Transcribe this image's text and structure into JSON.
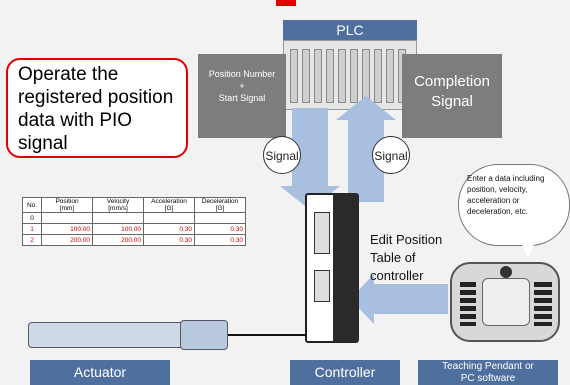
{
  "plc": {
    "title": "PLC"
  },
  "callout": {
    "text": "Operate the registered position data with PIO signal"
  },
  "position_signal": {
    "line1": "Position Number",
    "plus": "+",
    "line2": "Start Signal"
  },
  "completion_signal": {
    "line1": "Completion",
    "line2": "Signal"
  },
  "signal_label": "Signal",
  "table": {
    "headers": [
      {
        "title": "No.",
        "unit": ""
      },
      {
        "title": "Position",
        "unit": "[mm]"
      },
      {
        "title": "Velocity",
        "unit": "[mm/s]"
      },
      {
        "title": "Acceleration",
        "unit": "[G]"
      },
      {
        "title": "Deceleration",
        "unit": "[G]"
      }
    ],
    "rows": [
      {
        "no": "0",
        "position": "",
        "velocity": "",
        "acceleration": "",
        "deceleration": ""
      },
      {
        "no": "1",
        "position": "100.00",
        "velocity": "100.00",
        "acceleration": "0.30",
        "deceleration": "0.30"
      },
      {
        "no": "2",
        "position": "200.00",
        "velocity": "200.00",
        "acceleration": "0.30",
        "deceleration": "0.30"
      }
    ]
  },
  "edit_label": {
    "line1": "Edit Position",
    "line2": "Table of",
    "line3": "controller"
  },
  "bubble": {
    "text": "Enter a data including position, velocity, acceleration or deceleration, etc."
  },
  "footer": {
    "actuator": "Actuator",
    "controller": "Controller",
    "teaching_line1": "Teaching Pendant or",
    "teaching_line2": "PC software"
  },
  "colors": {
    "accent_blue": "#4f6f9f",
    "arrow_blue": "#a9bfdf",
    "callout_red": "#e00000",
    "gray_box": "#7d7d7d"
  }
}
